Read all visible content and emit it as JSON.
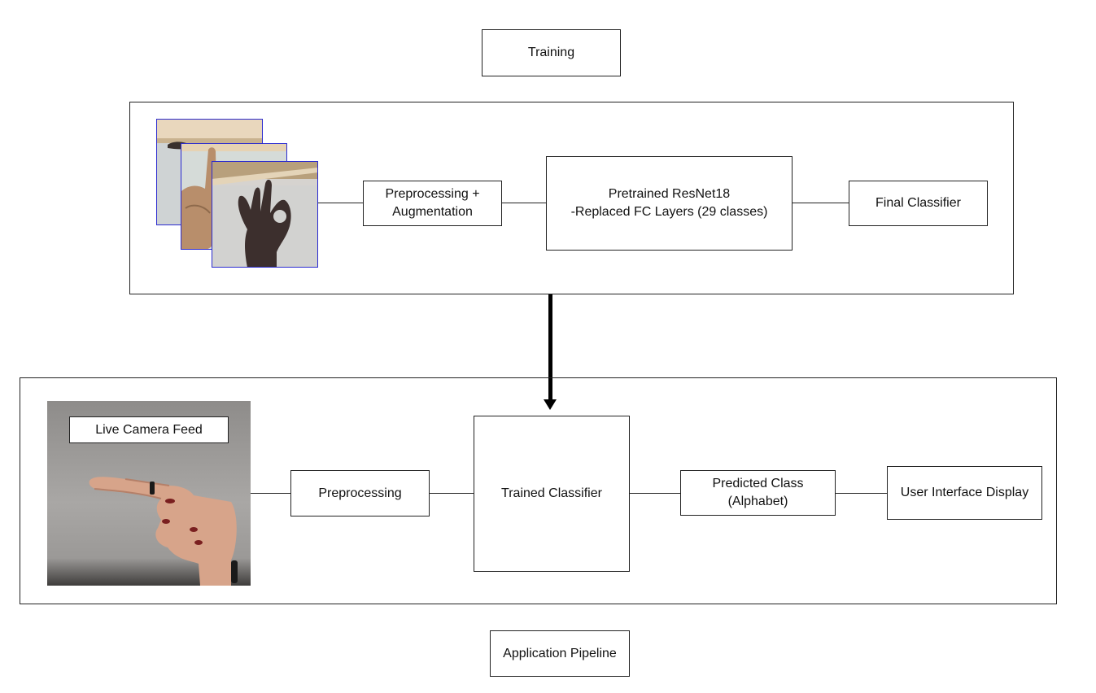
{
  "labels": {
    "training": "Training",
    "application_pipeline": "Application Pipeline"
  },
  "training": {
    "preprocessing_augmentation": [
      "Preprocessing +",
      "Augmentation"
    ],
    "pretrained_model": [
      "Pretrained ResNet18",
      "-Replaced FC Layers (29 classes)"
    ],
    "final_classifier": "Final Classifier"
  },
  "application": {
    "live_camera_feed": "Live Camera Feed",
    "preprocessing": "Preprocessing",
    "trained_classifier": "Trained Classifier",
    "predicted_class": [
      "Predicted Class",
      "(Alphabet)"
    ],
    "user_interface_display": "User Interface Display"
  }
}
